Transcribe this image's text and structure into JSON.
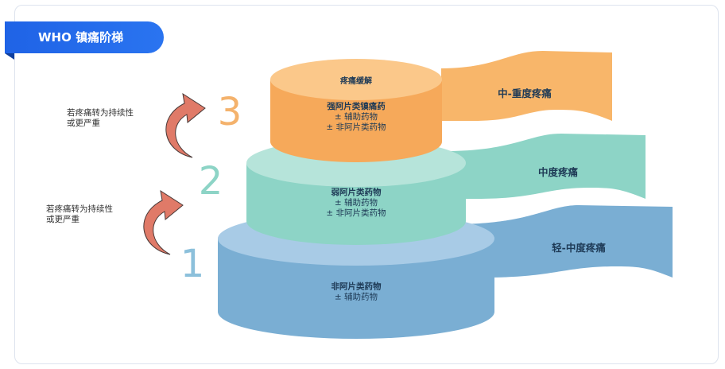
{
  "title": "WHO 镇痛阶梯",
  "steps": [
    {
      "number": "1",
      "drugs": [
        "非阿片类药物",
        "± 辅助药物"
      ],
      "pain": "轻-中度疼痛",
      "color_side": "#7aaed3",
      "color_top": "#a8cbe6",
      "color_ribbon": "#7aaed3",
      "color_number": "#8cc0db"
    },
    {
      "number": "2",
      "drugs": [
        "弱阿片类药物",
        "± 辅助药物",
        "± 非阿片类药物"
      ],
      "pain": "中度疼痛",
      "color_side": "#8dd4c6",
      "color_top": "#b6e4da",
      "color_ribbon": "#8dd4c6",
      "color_number": "#8dd4c6"
    },
    {
      "number": "3",
      "top_label": "疼痛缓解",
      "drugs": [
        "强阿片类镇痛药",
        "± 辅助药物",
        "± 非阿片类药物"
      ],
      "pain": "中-重度疼痛",
      "color_side": "#f6a95a",
      "color_top": "#fbc88a",
      "color_ribbon": "#f8b66a",
      "color_number": "#f4b26c"
    }
  ],
  "arrow_notes": [
    [
      "若疼痛转为持续性",
      "或更严重"
    ],
    [
      "若疼痛转为持续性",
      "或更严重"
    ]
  ],
  "arrow_color": "#e07a68"
}
